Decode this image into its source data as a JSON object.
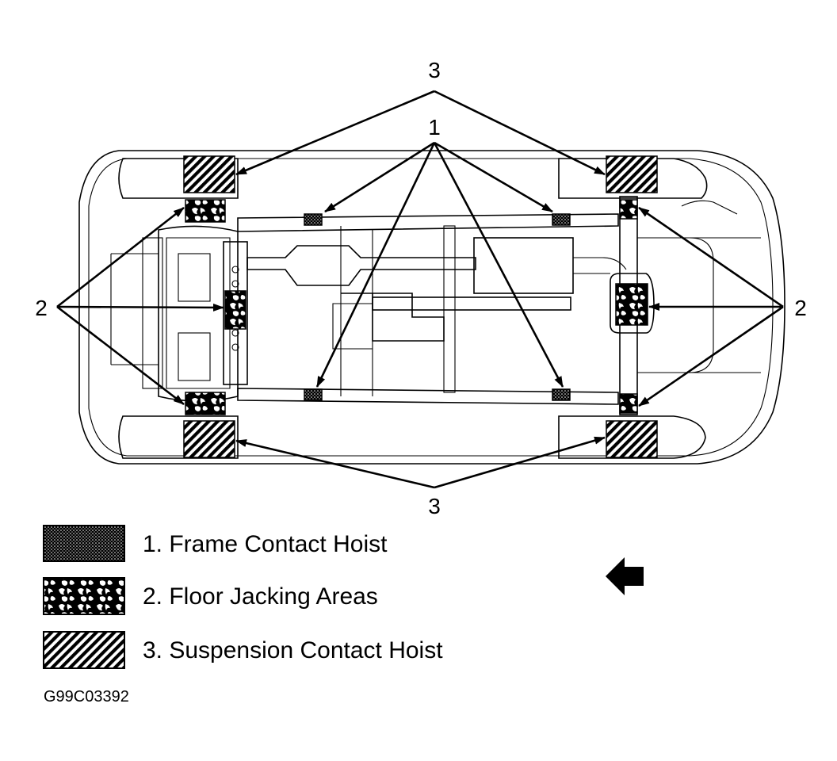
{
  "diagram": {
    "callouts": {
      "top_3": "3",
      "top_1": "1",
      "left_2": "2",
      "right_2": "2",
      "bottom_3": "3"
    },
    "legend": [
      {
        "label": "1. Frame Contact Hoist",
        "pattern": "frame-contact-pattern"
      },
      {
        "label": "2. Floor Jacking Areas",
        "pattern": "floor-jacking-pattern"
      },
      {
        "label": "3. Suspension Contact Hoist",
        "pattern": "suspension-contact-pattern"
      }
    ],
    "figure_id": "G99C03392",
    "direction_icon": "arrow-left-icon",
    "colors": {
      "ink": "#000000",
      "paper": "#ffffff"
    }
  }
}
